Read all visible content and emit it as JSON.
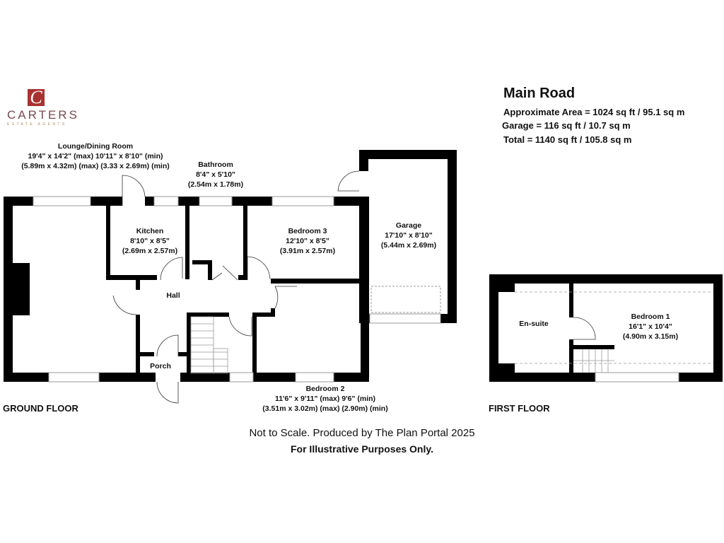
{
  "brand": {
    "logo_letter": "C",
    "name": "CARTERS",
    "tagline": "ESTATE AGENTS",
    "colors": {
      "logo_bg": "#a8322f",
      "name": "#7a4a4f",
      "tagline": "#b08a5a"
    }
  },
  "property": {
    "title": "Main Road",
    "area_lines": [
      "Approximate Area = 1024 sq ft / 95.1 sq m",
      "Garage = 116 sq ft / 10.7 sq m",
      "Total = 1140 sq ft / 105.8 sq m"
    ]
  },
  "floors": {
    "ground": {
      "label": "GROUND FLOOR",
      "rooms": {
        "lounge": {
          "name": "Lounge/Dining Room",
          "imperial": "19'4\" x 14'2\" (max) 10'11\" x  8'10\" (min)",
          "metric": "(5.89m x 4.32m) (max) (3.33 x 2.69m) (min)"
        },
        "bathroom": {
          "name": "Bathroom",
          "imperial": "8'4\" x 5'10\"",
          "metric": "(2.54m x 1.78m)"
        },
        "kitchen": {
          "name": "Kitchen",
          "imperial": "8'10\" x 8'5\"",
          "metric": "(2.69m x 2.57m)"
        },
        "bedroom3": {
          "name": "Bedroom 3",
          "imperial": "12'10\" x 8'5\"",
          "metric": "(3.91m x 2.57m)"
        },
        "garage": {
          "name": "Garage",
          "imperial": "17'10\" x 8'10\"",
          "metric": "(5.44m x 2.69m)"
        },
        "hall": {
          "name": "Hall"
        },
        "porch": {
          "name": "Porch"
        },
        "bedroom2": {
          "name": "Bedroom 2",
          "imperial": "11'6\" x 9'11\" (max) 9'6\" (min)",
          "metric": "(3.51m x 3.02m) (max) (2.90m) (min)"
        }
      }
    },
    "first": {
      "label": "FIRST FLOOR",
      "rooms": {
        "ensuite": {
          "name": "En-suite"
        },
        "bedroom1": {
          "name": "Bedroom 1",
          "imperial": "16'1\" x 10'4\"",
          "metric": "(4.90m x 3.15m)"
        }
      }
    }
  },
  "footer": {
    "line1": "Not to Scale. Produced by The Plan Portal 2025",
    "line2": "For Illustrative Purposes Only."
  }
}
